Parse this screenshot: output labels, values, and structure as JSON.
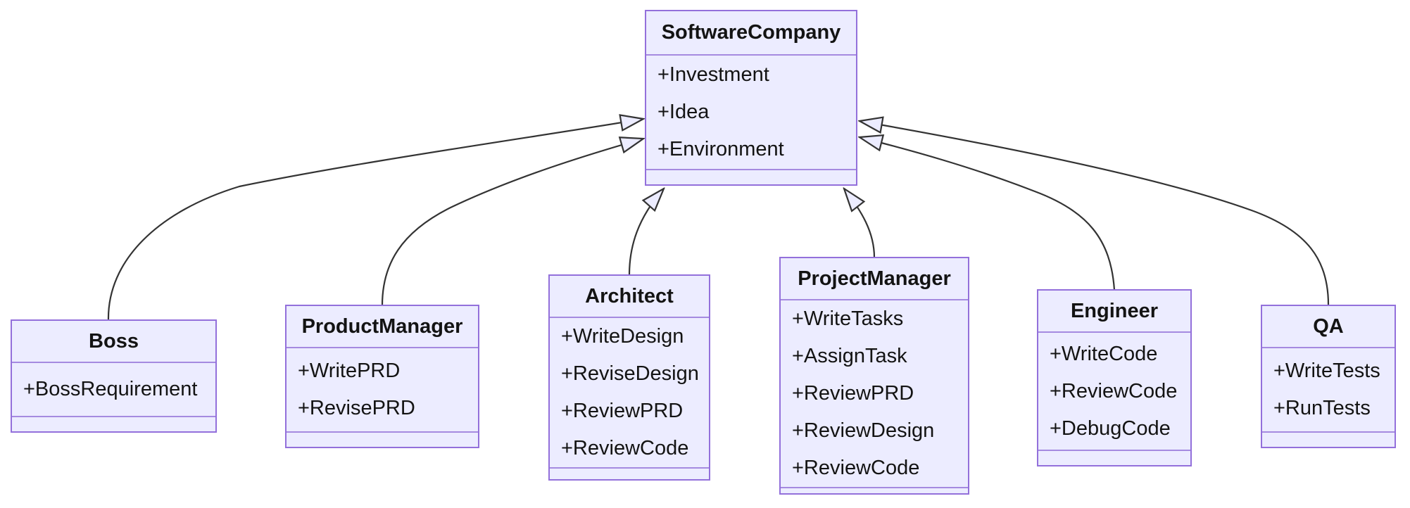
{
  "diagram": {
    "type": "uml-class-diagram",
    "background": "#ffffff",
    "colors": {
      "node_fill": "#ECECFF",
      "node_border": "#9370DB",
      "node_divider": "#a58ae0",
      "edge_stroke": "#333333",
      "arrowhead_fill": "#ECECFF",
      "text": "#131313"
    },
    "classes": [
      {
        "name": "SoftwareCompany",
        "attributes": [
          "+Investment",
          "+Idea",
          "+Environment"
        ],
        "methods": []
      },
      {
        "name": "Boss",
        "attributes": [
          "+BossRequirement"
        ],
        "methods": []
      },
      {
        "name": "ProductManager",
        "attributes": [
          "+WritePRD",
          "+RevisePRD"
        ],
        "methods": []
      },
      {
        "name": "Architect",
        "attributes": [
          "+WriteDesign",
          "+ReviseDesign",
          "+ReviewPRD",
          "+ReviewCode"
        ],
        "methods": []
      },
      {
        "name": "ProjectManager",
        "attributes": [
          "+WriteTasks",
          "+AssignTask",
          "+ReviewPRD",
          "+ReviewDesign",
          "+ReviewCode"
        ],
        "methods": []
      },
      {
        "name": "Engineer",
        "attributes": [
          "+WriteCode",
          "+ReviewCode",
          "+DebugCode"
        ],
        "methods": []
      },
      {
        "name": "QA",
        "attributes": [
          "+WriteTests",
          "+RunTests"
        ],
        "methods": []
      }
    ],
    "relationships": [
      {
        "from": "Boss",
        "to": "SoftwareCompany",
        "type": "inheritance"
      },
      {
        "from": "ProductManager",
        "to": "SoftwareCompany",
        "type": "inheritance"
      },
      {
        "from": "Architect",
        "to": "SoftwareCompany",
        "type": "inheritance"
      },
      {
        "from": "ProjectManager",
        "to": "SoftwareCompany",
        "type": "inheritance"
      },
      {
        "from": "Engineer",
        "to": "SoftwareCompany",
        "type": "inheritance"
      },
      {
        "from": "QA",
        "to": "SoftwareCompany",
        "type": "inheritance"
      }
    ]
  }
}
